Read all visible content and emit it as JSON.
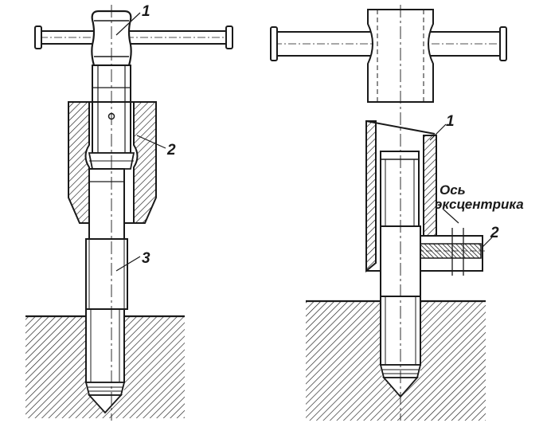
{
  "figure": {
    "left": {
      "callouts": [
        "1",
        "2",
        "3"
      ]
    },
    "right": {
      "callouts": [
        "1",
        "2"
      ],
      "axis_label_line1": "Ось",
      "axis_label_line2": "эксцентрика"
    }
  },
  "colors": {
    "ink": "#1a1a1a",
    "paper": "#ffffff"
  }
}
